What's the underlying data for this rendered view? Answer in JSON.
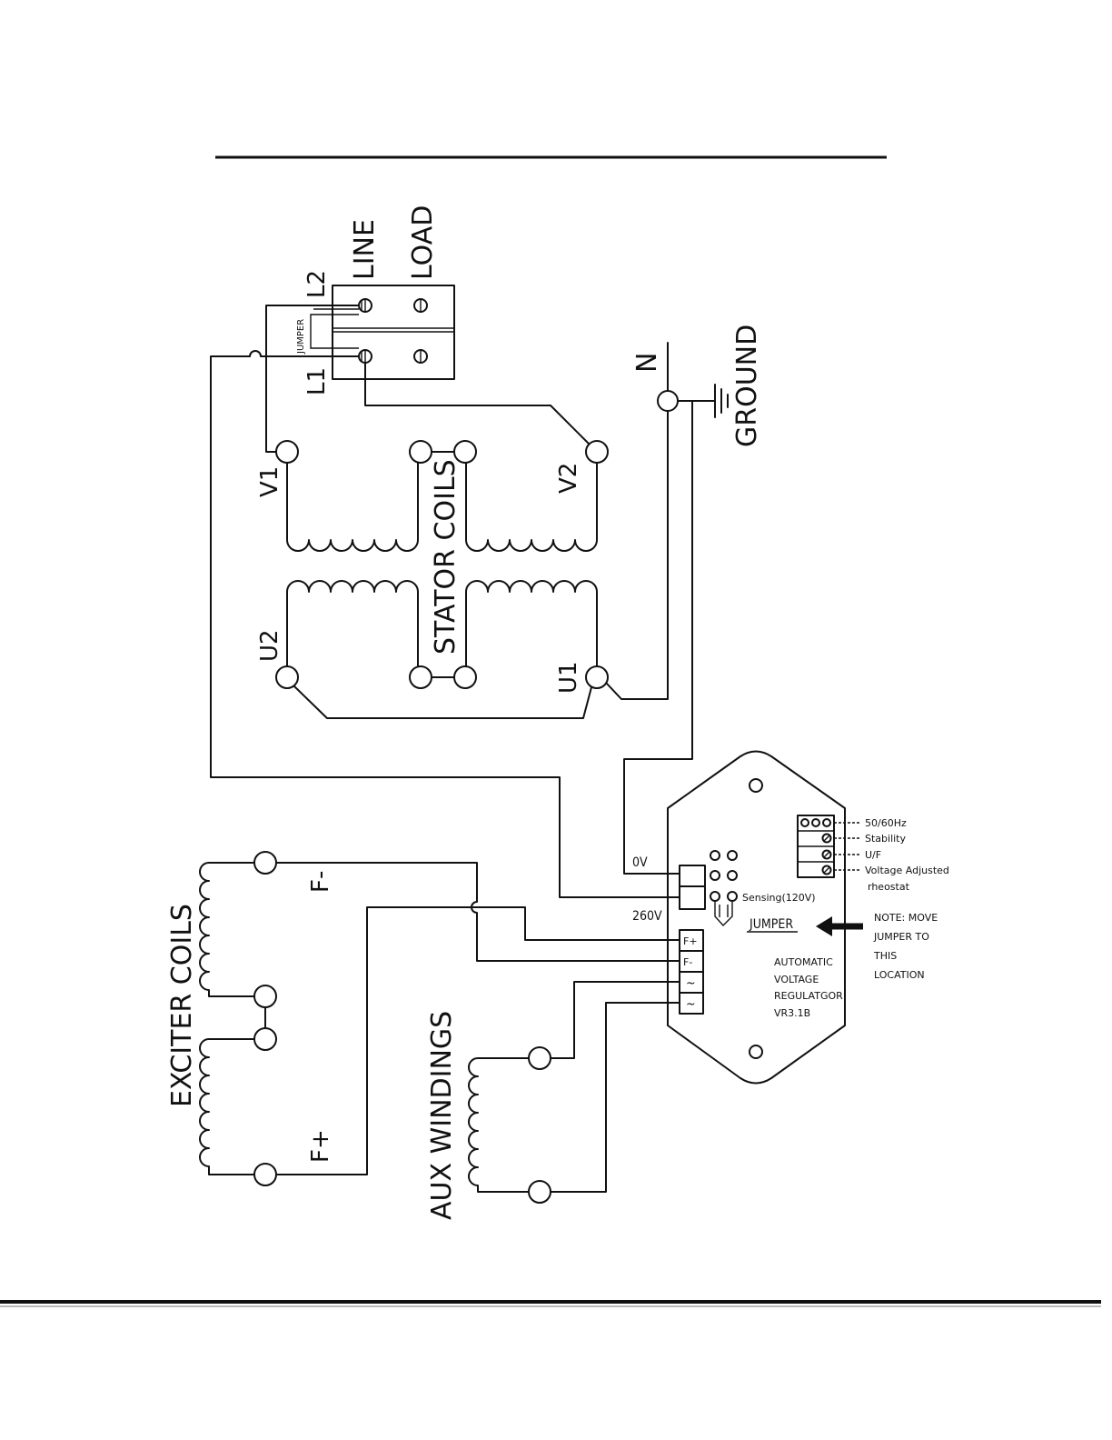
{
  "connector": {
    "line_label": "LINE",
    "load_label": "LOAD",
    "l1_label": "L1",
    "l2_label": "L2",
    "jumper_label": "JUMPER"
  },
  "neutral": {
    "n_label": "N",
    "ground_label": "GROUND"
  },
  "stator": {
    "title": "STATOR COILS",
    "v1": "V1",
    "v2": "V2",
    "u1": "U1",
    "u2": "U2"
  },
  "exciter": {
    "title": "EXCITER COILS",
    "f_minus": "F-",
    "f_plus": "F+"
  },
  "aux": {
    "title": "AUX WINDINGS"
  },
  "avr": {
    "zero_v": "0V",
    "v260": "260V",
    "sensing": "Sensing(120V)",
    "jumper": "JUMPER",
    "adjust_labels": [
      "50/60Hz",
      "Stability",
      "U/F",
      "Voltage Adjusted",
      "rheostat"
    ],
    "terminals": [
      "F+",
      "F-",
      "~",
      "~"
    ],
    "name_lines": [
      "AUTOMATIC",
      "VOLTAGE",
      "REGULATGOR",
      "VR3.1B"
    ],
    "note_lines": [
      "NOTE: MOVE",
      "JUMPER TO",
      "THIS",
      "LOCATION"
    ]
  }
}
